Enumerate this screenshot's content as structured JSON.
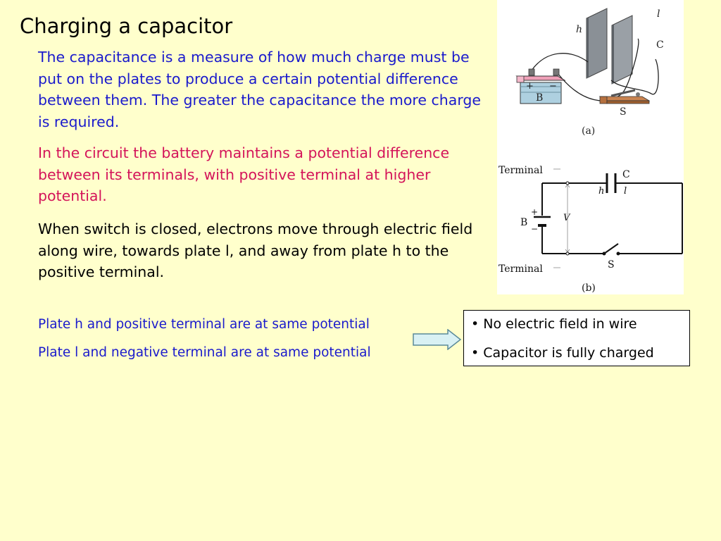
{
  "title": "Charging a capacitor",
  "paragraphs": [
    "The capacitance is a measure of how much charge must be put on the plates to produce a certain potential difference between them. The greater the capacitance the more charge is required.",
    "In the circuit the battery maintains a potential difference between its terminals, with positive terminal at higher potential.",
    "When switch is closed, electrons move through electric field along wire, towards plate l, and away from plate h to the positive terminal."
  ],
  "plate_statements": [
    "Plate h and positive terminal are at same potential",
    "Plate l and negative terminal are at same potential"
  ],
  "result_box": {
    "items": [
      "• No electric field in wire",
      "• Capacitor is fully charged"
    ]
  },
  "figure": {
    "a": {
      "label_h": "h",
      "label_l": "l",
      "label_C": "C",
      "label_B": "B",
      "label_S": "S",
      "plus": "+",
      "minus": "−",
      "caption": "(a)"
    },
    "b": {
      "terminal_top": "Terminal",
      "terminal_bottom": "Terminal",
      "label_C": "C",
      "label_h": "h",
      "label_l": "l",
      "label_B": "B",
      "label_V": "V",
      "label_S": "S",
      "plus": "+",
      "minus": "−",
      "caption": "(b)"
    }
  },
  "colors": {
    "background": "#ffffcc",
    "blue_text": "#1a1acc",
    "magenta_text": "#d4145a",
    "arrow_fill": "#d9f1f4",
    "arrow_stroke": "#5a8a9a",
    "battery_body": "#aed0e0",
    "battery_top": "#f0a0b8",
    "switch_base": "#b5703f"
  }
}
